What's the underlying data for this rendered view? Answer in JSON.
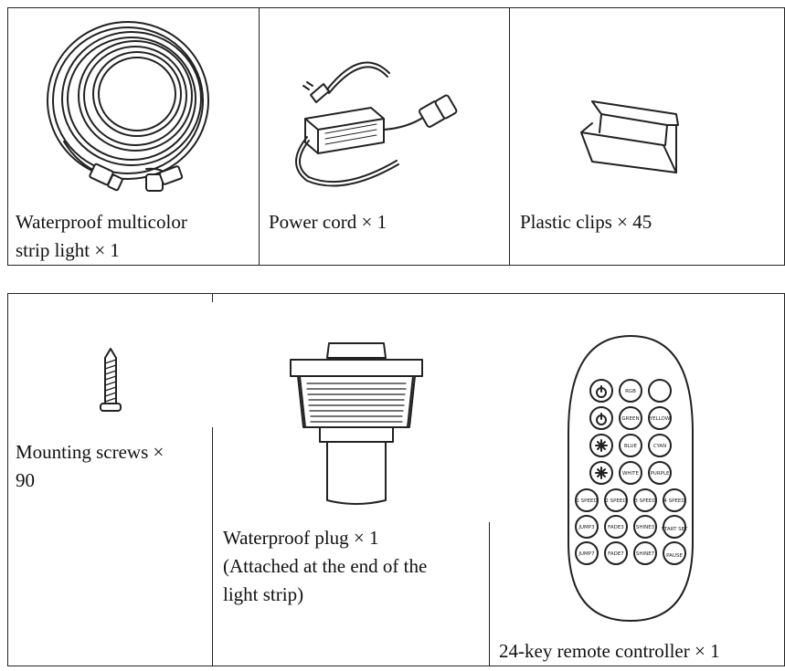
{
  "top_row": {
    "items": [
      {
        "caption_line1": "Waterproof multicolor",
        "caption_line2": "strip light × 1",
        "icon": "coiled-strip-light"
      },
      {
        "caption": "Power cord × 1",
        "icon": "power-cord-with-adapter"
      },
      {
        "caption": "Plastic clips × 45",
        "icon": "plastic-clip"
      }
    ]
  },
  "bottom_row": {
    "items": [
      {
        "caption_line1": "Mounting screws ×",
        "caption_line2": "90",
        "icon": "screw"
      },
      {
        "caption_line1": "Waterproof plug × 1",
        "caption_line2": "(Attached at the end of the",
        "caption_line3": "light strip)",
        "icon": "waterproof-plug"
      },
      {
        "caption": "24-key remote controller × 1",
        "icon": "remote-controller"
      }
    ]
  },
  "remote": {
    "buttons": [
      [
        "",
        "RGB",
        ""
      ],
      [
        "",
        "GREEN",
        "YELLOW"
      ],
      [
        "",
        "BLUE",
        "CYAN"
      ],
      [
        "",
        "WHITE",
        "PURPLE"
      ],
      [
        "1 SPEED",
        "2 SPEED",
        "3 SPEED",
        "4 SPEED"
      ],
      [
        "JUMP3",
        "FADE3",
        "SHINE3",
        "START SET"
      ],
      [
        "JUMP7",
        "FADE7",
        "SHINE7",
        "PAUSE"
      ]
    ]
  }
}
